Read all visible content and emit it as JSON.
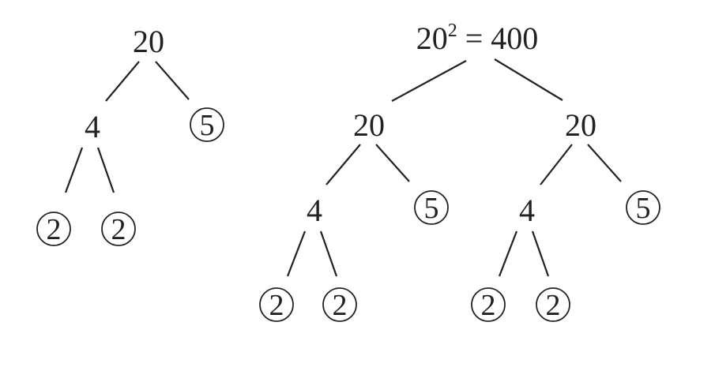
{
  "left_tree": {
    "root": "20",
    "level1": [
      "4",
      "5"
    ],
    "level2": [
      "2",
      "2"
    ]
  },
  "right_tree": {
    "root_base": "20",
    "root_exponent": "2",
    "root_rest": " = 400",
    "level1": [
      "20",
      "20"
    ],
    "level2": [
      "4",
      "5",
      "4",
      "5"
    ],
    "level3": [
      "2",
      "2",
      "2",
      "2"
    ]
  }
}
